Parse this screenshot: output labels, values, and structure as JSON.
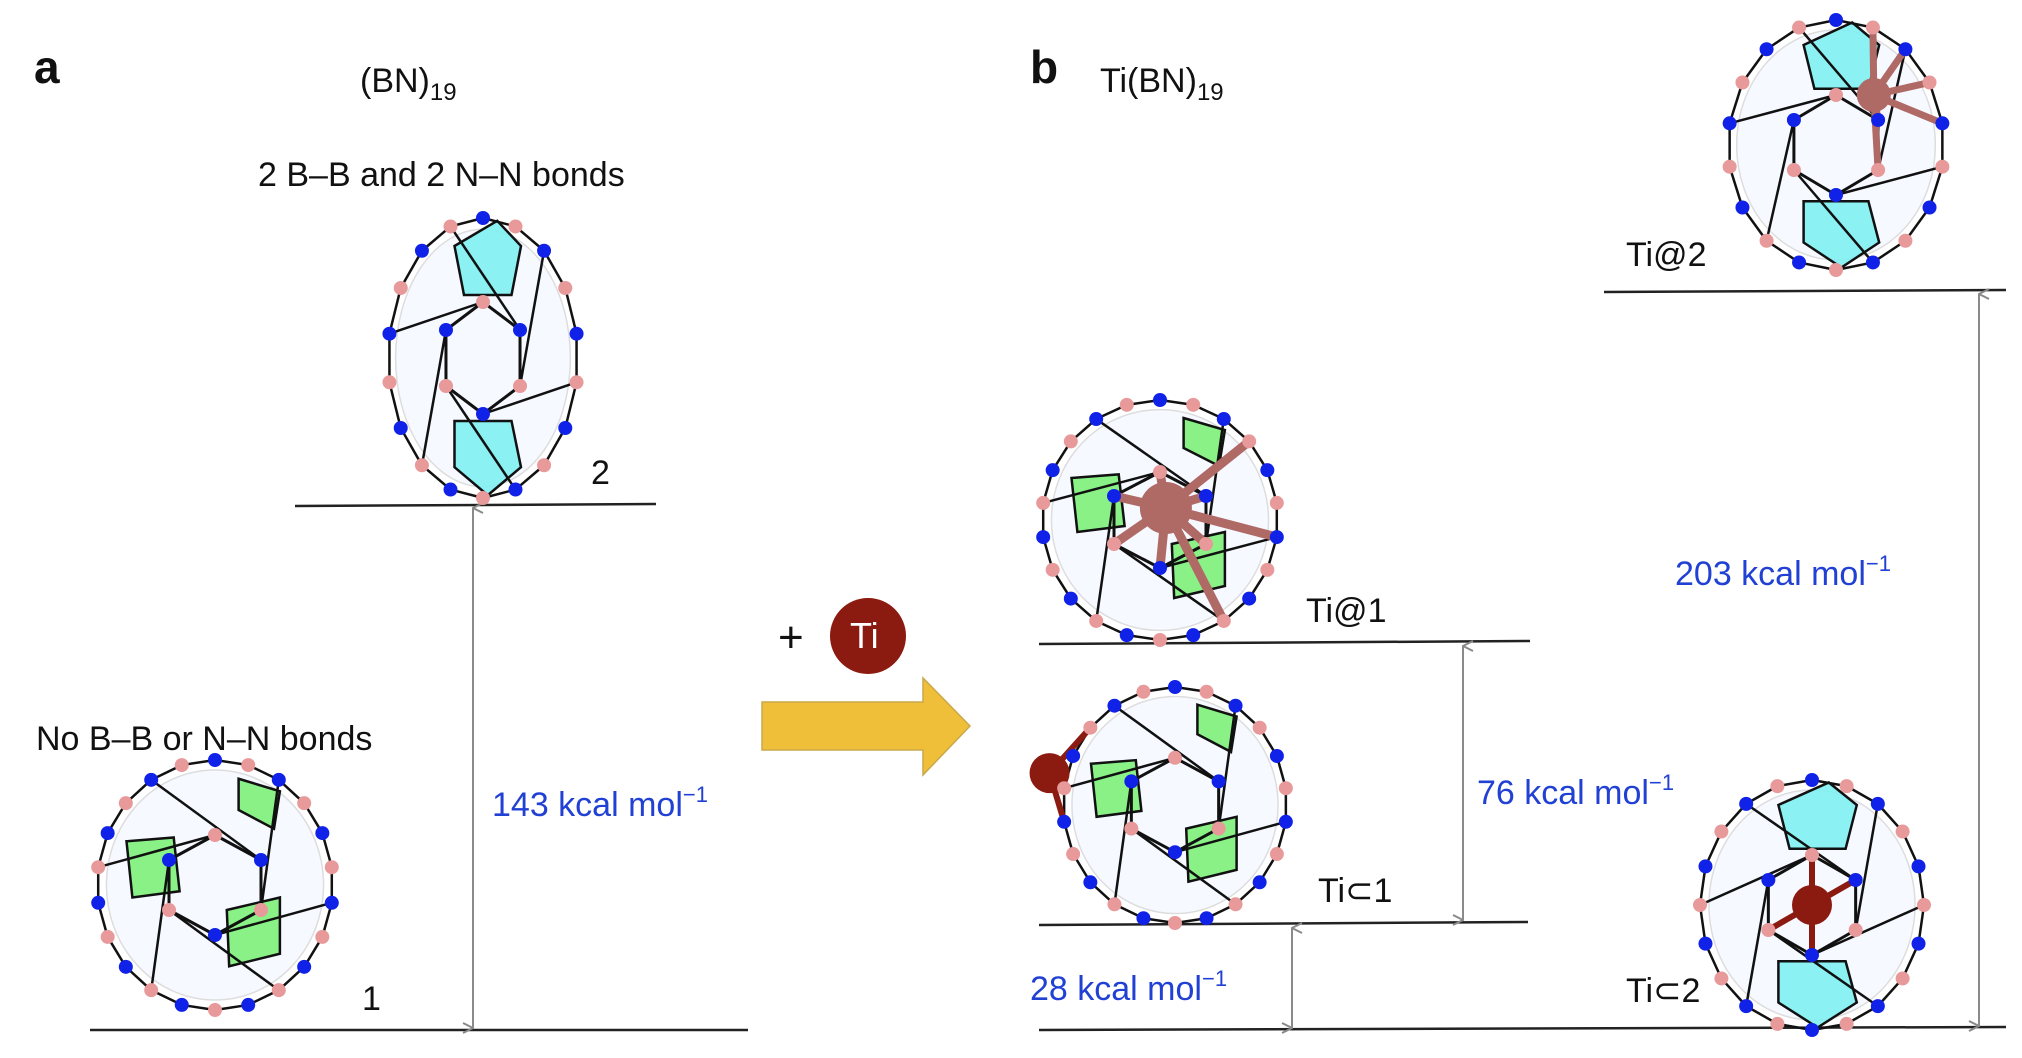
{
  "panels": [
    {
      "letter": "a",
      "formula_main": "(BN)",
      "formula_sub": "19"
    },
    {
      "letter": "b",
      "formula_main": "Ti(BN)",
      "formula_sub": "19"
    }
  ],
  "notes": {
    "isomer2": "2 B–B and 2 N–N bonds",
    "isomer1": "No B–B or N–N bonds"
  },
  "levels": {
    "iso1": "1",
    "iso2": "2",
    "ti_at_1": "Ti@1",
    "ti_in_1": "Ti⊂1",
    "ti_at_2": "Ti@2",
    "ti_in_2": "Ti⊂2"
  },
  "energies": {
    "e143": {
      "value": "143 kcal mol",
      "sup": "−1"
    },
    "e76": {
      "value": "76 kcal mol",
      "sup": "−1"
    },
    "e28": {
      "value": "28 kcal mol",
      "sup": "−1"
    },
    "e203": {
      "value": "203 kcal mol",
      "sup": "−1"
    }
  },
  "reaction": {
    "plus": "+",
    "reagent": "Ti"
  },
  "colors": {
    "energy_text": "#2140d4",
    "boron_atom": "#e8999a",
    "nitrogen_atom": "#1022e8",
    "titanium_atom": "#8b1a10",
    "square_face": "#7ef07a",
    "pentagon_face": "#7ff0f2",
    "reaction_arrow": "#f0bf3a"
  }
}
